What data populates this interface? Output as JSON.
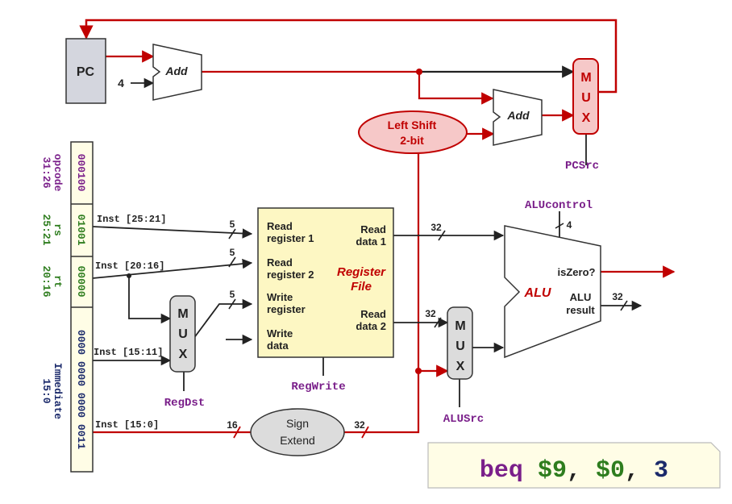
{
  "colors": {
    "datapath_red": "#c00000",
    "black": "#222222",
    "purple": "#7a1f8a",
    "green": "#2e7d1e",
    "navy": "#1b2a6b",
    "regfile_fill": "#fdf7c3",
    "pc_fill": "#d4d6de",
    "mux_fill": "#dcdcdc",
    "shift_fill": "#f6c8c8",
    "instr_box_fill": "#fffde6"
  },
  "pc": {
    "label": "PC"
  },
  "adders": {
    "pc_add": "Add",
    "branch_add": "Add",
    "constant_four": "4"
  },
  "left_shift": {
    "line1": "Left Shift",
    "line2": "2-bit"
  },
  "pc_mux": {
    "letters": [
      "M",
      "U",
      "X"
    ],
    "control": "PCSrc"
  },
  "instruction": {
    "fields": [
      {
        "bits": "000100",
        "name": "opcode",
        "range": "31:26"
      },
      {
        "bits": "01001",
        "name": "rs",
        "range": "25:21"
      },
      {
        "bits": "00000",
        "name": "rt",
        "range": "20:16"
      },
      {
        "bits": "0000 0000 0000 0011",
        "name": "Immediate",
        "range": "15:0"
      }
    ],
    "wire_labels": [
      "Inst [25:21]",
      "Inst [20:16]",
      "Inst [15:11]",
      "Inst [15:0]"
    ]
  },
  "register_file": {
    "title1": "Register",
    "title2": "File",
    "read_reg1": [
      "Read",
      "register 1"
    ],
    "read_reg2": [
      "Read",
      "register 2"
    ],
    "write_reg": [
      "Write",
      "register"
    ],
    "write_data": [
      "Write",
      "data"
    ],
    "read_data1": [
      "Read",
      "data 1"
    ],
    "read_data2": [
      "Read",
      "data 2"
    ],
    "control": "RegWrite"
  },
  "regdst_mux": {
    "letters": [
      "M",
      "U",
      "X"
    ],
    "control": "RegDst"
  },
  "alusrc_mux": {
    "letters": [
      "M",
      "U",
      "X"
    ],
    "control": "ALUSrc"
  },
  "alu": {
    "label": "ALU",
    "is_zero": "isZero?",
    "result": [
      "ALU",
      "result"
    ],
    "control": "ALUcontrol",
    "control_width": "4"
  },
  "sign_extend": {
    "line1": "Sign",
    "line2": "Extend"
  },
  "bus_widths": {
    "rr1": "5",
    "rr2": "5",
    "wr": "5",
    "rd1": "32",
    "rd2": "32",
    "result": "32",
    "se_in": "16",
    "se_out": "32"
  },
  "instruction_text": {
    "op": "beq",
    "r1": "$9",
    "sep1": ",",
    "r2": "$0",
    "sep2": ",",
    "imm": "3"
  }
}
